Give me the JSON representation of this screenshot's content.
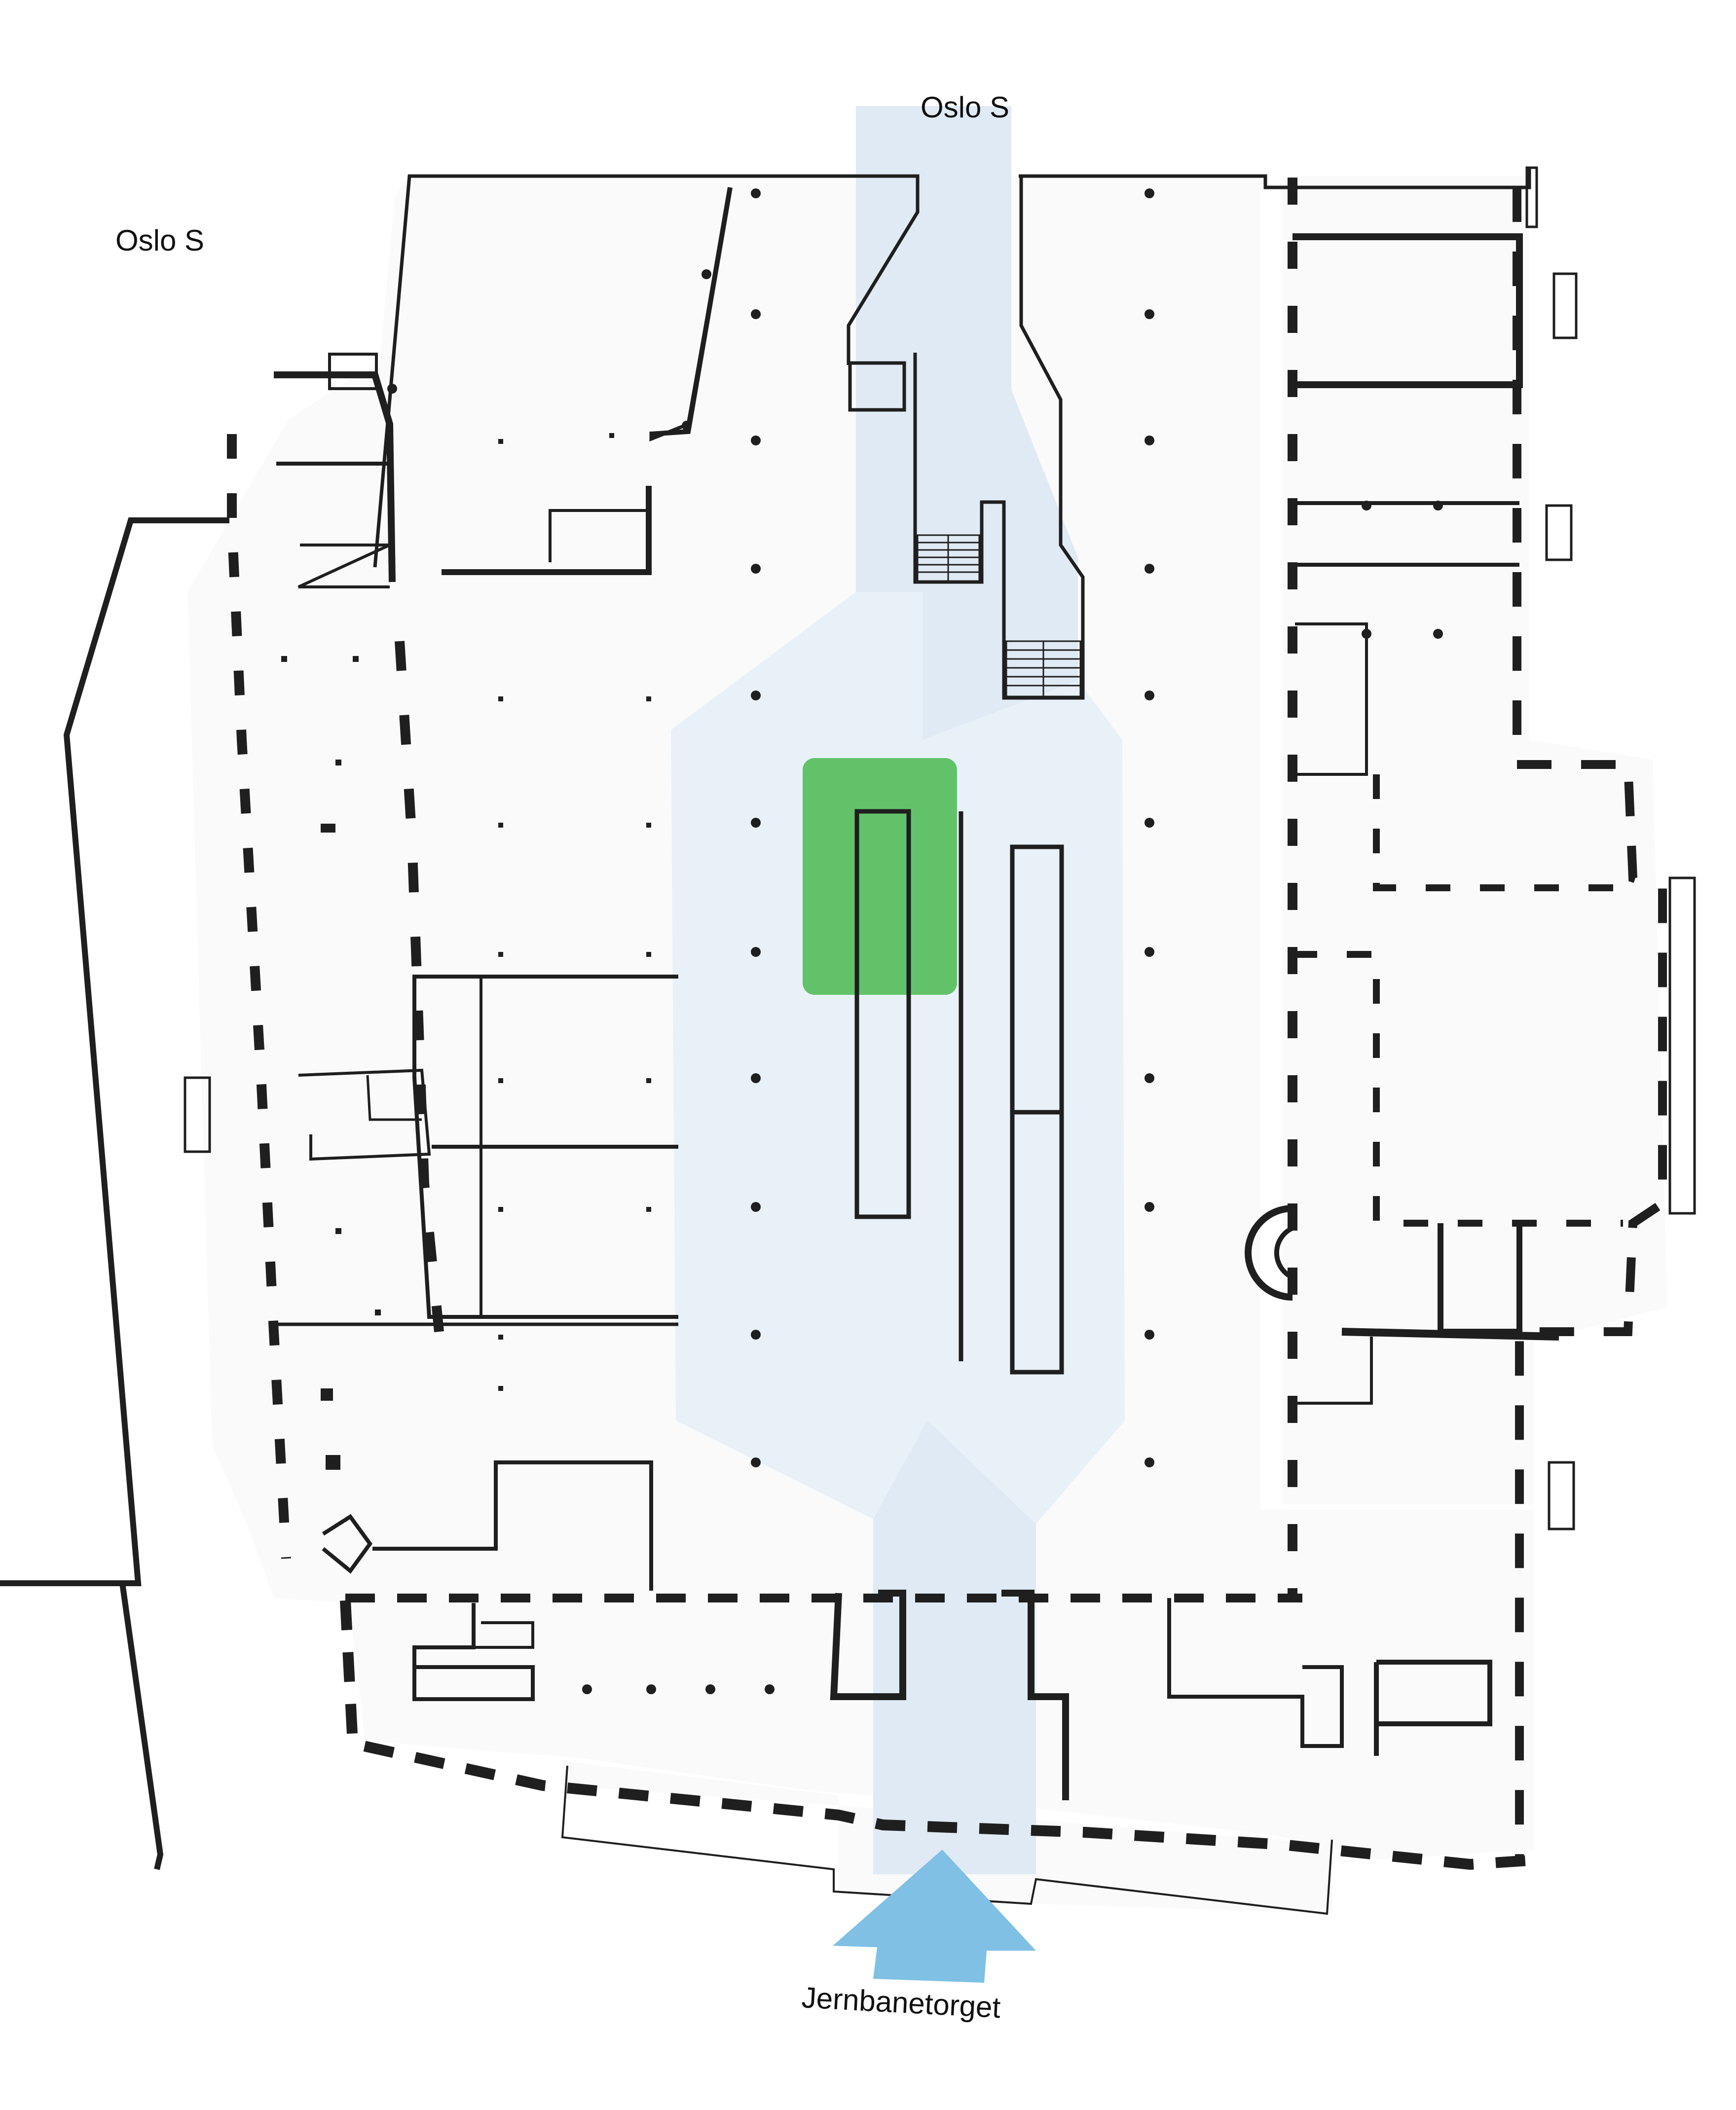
{
  "labels": {
    "left_station": "Oslo S",
    "top_station": "Oslo S",
    "bottom_square": "Jernbanetorget"
  },
  "colors": {
    "background": "#ffffff",
    "floor": "#fafafa",
    "wall": "#1f1f1f",
    "route_light": "#e8f1f8",
    "route_medium": "#dfeaf4",
    "arrow": "#7fc0e4",
    "highlight": "#62c26a",
    "label_text": "#111111"
  },
  "icons": {
    "entrance_arrow": "arrow-up-icon",
    "highlight_area": "destination-marker"
  }
}
